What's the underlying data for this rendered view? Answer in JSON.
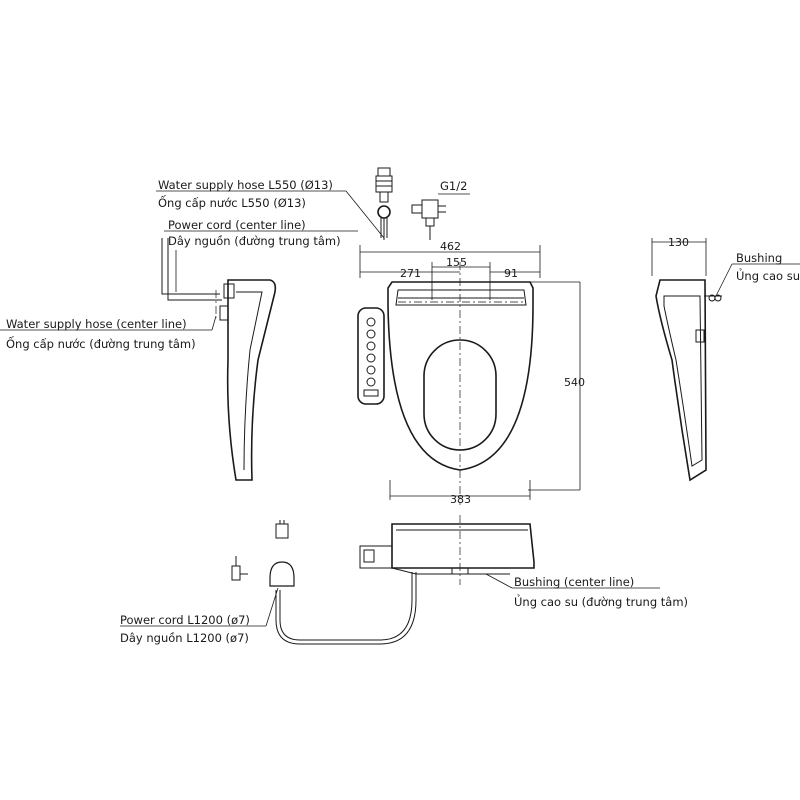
{
  "labels": {
    "water_supply_hose_en": "Water supply hose L550 (Ø13)",
    "water_supply_hose_vi": "Ống cấp nước L550 (Ø13)",
    "thread_size": "G1/2",
    "power_cord_center_en": "Power cord (center line)",
    "power_cord_center_vi": "Dây nguồn (đường trung tâm)",
    "water_center_en": "Water supply hose (center line)",
    "water_center_vi": "Ống cấp nước (đường trung tâm)",
    "bushing_en": "Bushing",
    "bushing_vi": "Ủng cao su",
    "bushing_center_en": "Bushing (center line)",
    "bushing_center_vi": "Ủng cao su (đường trung tâm)",
    "power_cord_len_en": "Power cord L1200 (ø7)",
    "power_cord_len_vi": "Dây nguồn L1200 (ø7)"
  },
  "dimensions": {
    "total_width": "462",
    "left_to_center": "271",
    "hole_spacing": "155",
    "right_offset": "91",
    "depth": "540",
    "body_width": "383",
    "side_depth": "130"
  }
}
